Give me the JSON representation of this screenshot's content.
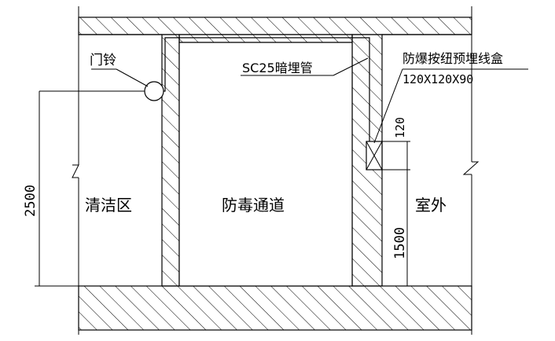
{
  "labels": {
    "door_bell": "门铃",
    "conduit": "SC25暗埋管",
    "junction_box": "防爆按纽预埋线盒",
    "box_size": "120X120X90",
    "room_clean": "清洁区",
    "room_corridor": "防毒通道",
    "room_outside": "室外"
  },
  "dimensions": {
    "height_bell": "2500",
    "box_height": "120",
    "height_button": "1500"
  },
  "colors": {
    "line": "#000000",
    "background": "#ffffff"
  }
}
